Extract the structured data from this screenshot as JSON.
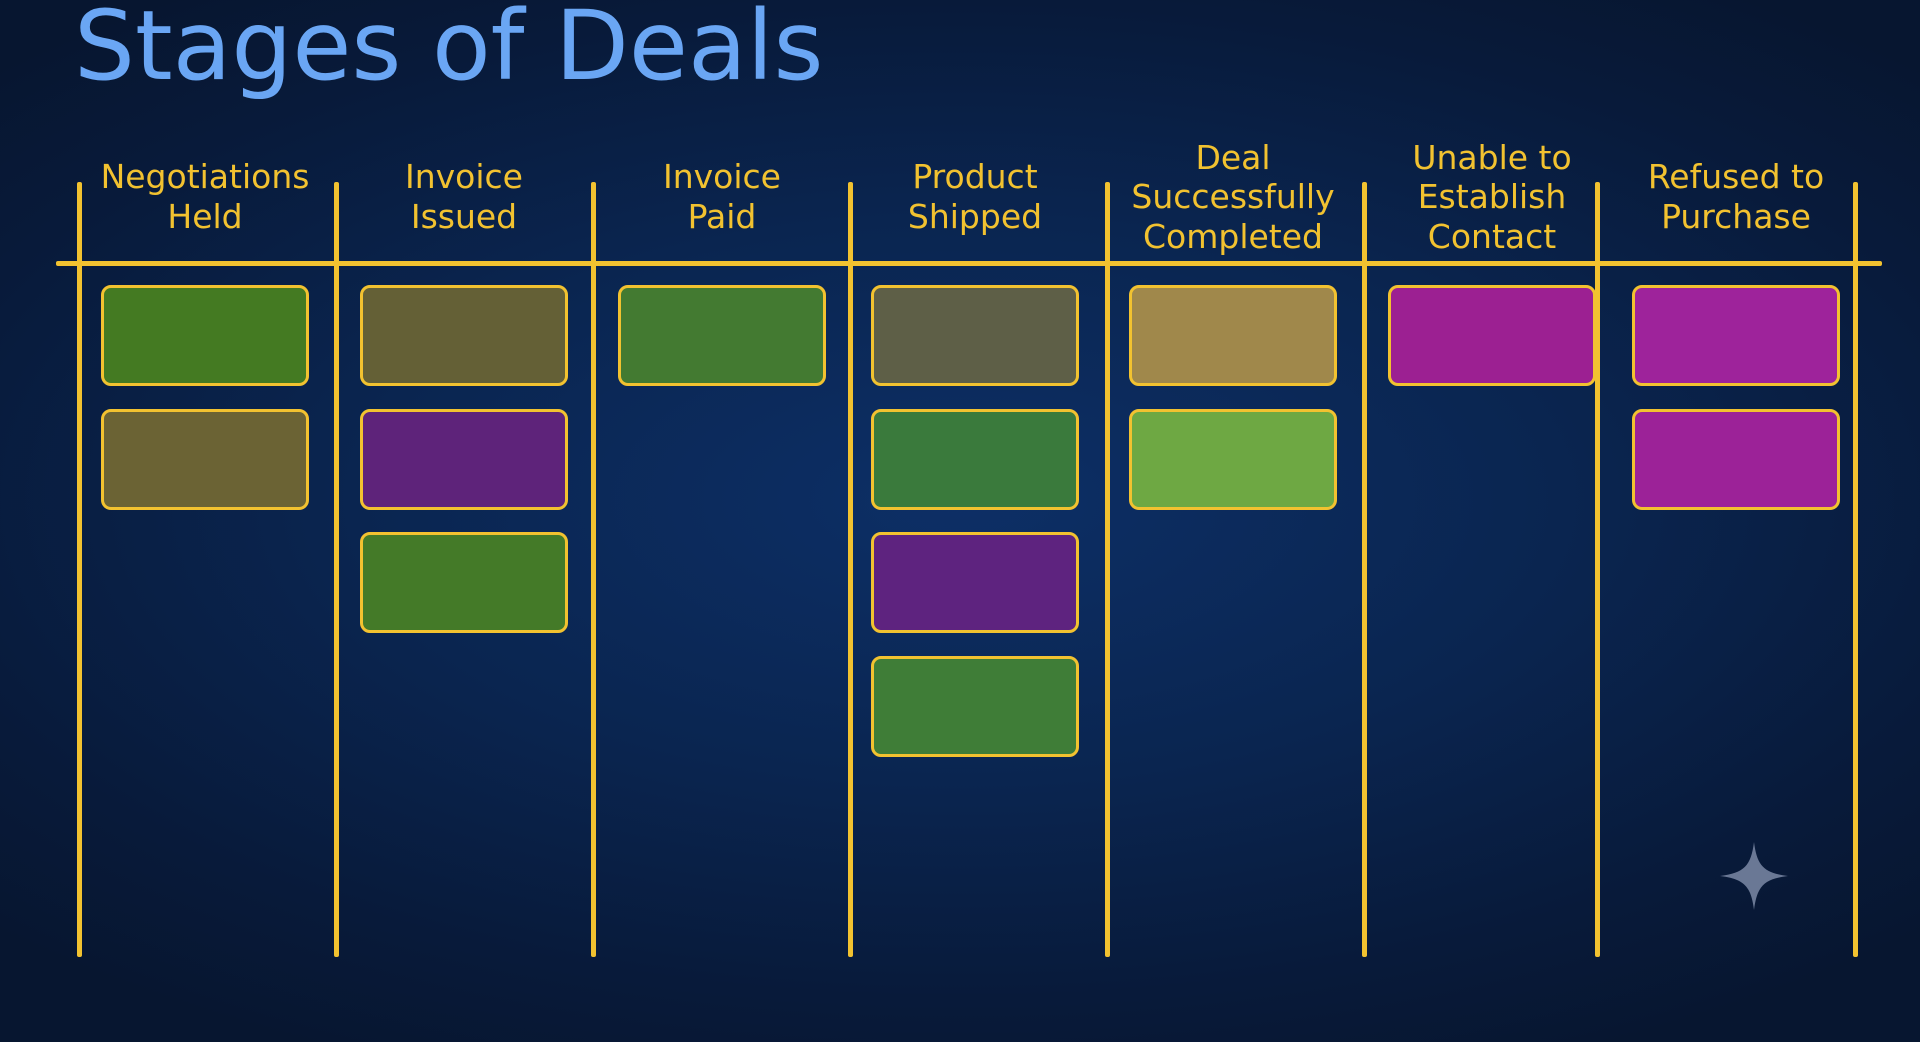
{
  "title": "Stages of Deals",
  "colors": {
    "accent_line": "#f2c230",
    "title": "#6aa6f4",
    "background": "#0a2550"
  },
  "columns": [
    {
      "label": "Negotiations\nHeld",
      "cards": [
        {
          "color": "#447a22"
        },
        {
          "color": "#6b6334"
        }
      ]
    },
    {
      "label": "Invoice\nIssued",
      "cards": [
        {
          "color": "#646036"
        },
        {
          "color": "#5e237a"
        },
        {
          "color": "#447a28"
        }
      ]
    },
    {
      "label": "Invoice\nPaid",
      "cards": [
        {
          "color": "#437a31"
        }
      ]
    },
    {
      "label": "Product\nShipped",
      "cards": [
        {
          "color": "#5e5f47"
        },
        {
          "color": "#3a7a3c"
        },
        {
          "color": "#5e237f"
        },
        {
          "color": "#3f7d37"
        }
      ]
    },
    {
      "label": "Deal\nSuccessfully\nCompleted",
      "cards": [
        {
          "color": "#a0884b"
        },
        {
          "color": "#6ea843"
        }
      ]
    },
    {
      "label": "Unable to\nEstablish\nContact",
      "cards": [
        {
          "color": "#9c2092"
        }
      ]
    },
    {
      "label": "Refused to\nPurchase",
      "cards": [
        {
          "color": "#9e239b"
        },
        {
          "color": "#9c2298"
        }
      ]
    }
  ],
  "decorations": {
    "corner_icon": "sparkle-icon"
  }
}
